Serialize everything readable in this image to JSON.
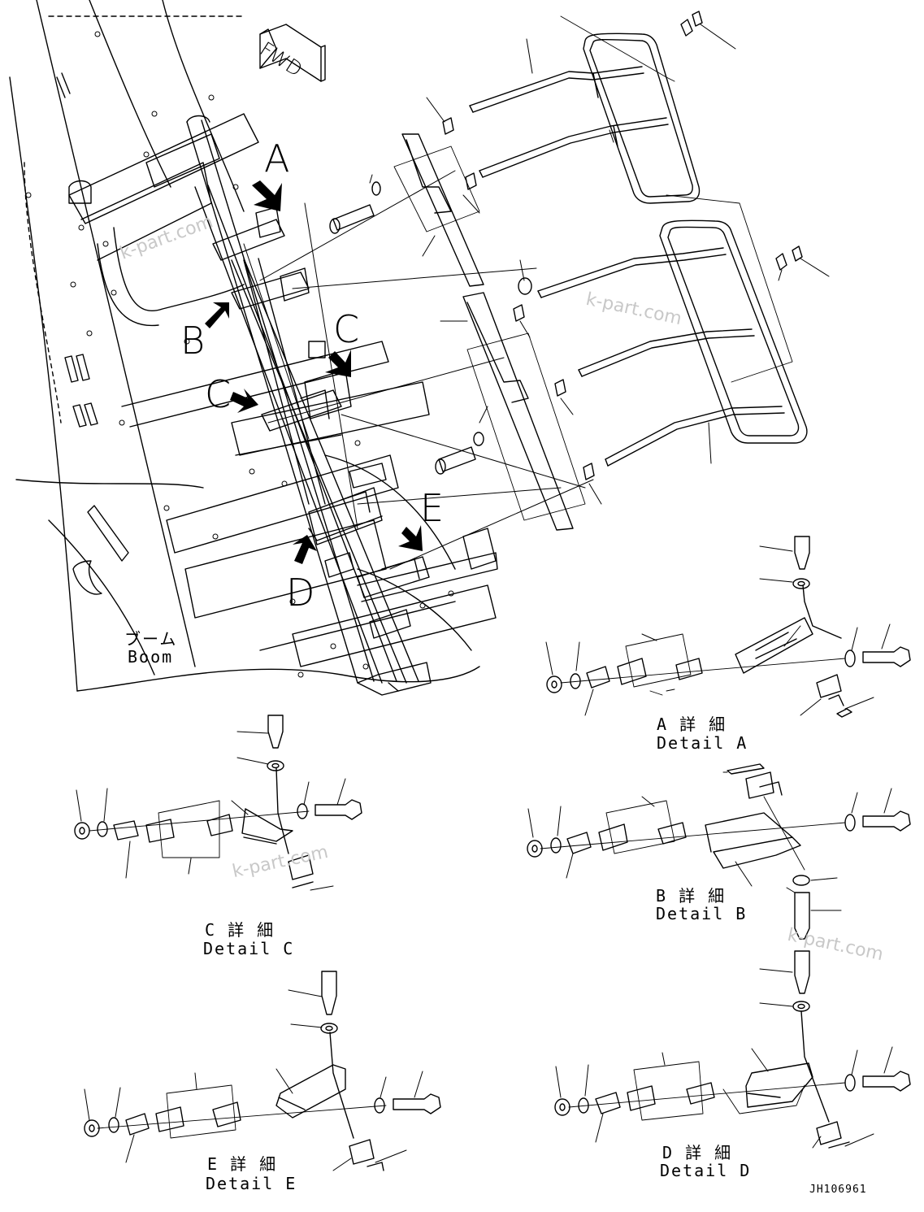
{
  "diagram": {
    "direction_arrow": "FWD",
    "view_labels": [
      "A",
      "B",
      "C",
      "C",
      "D",
      "E"
    ],
    "boom_label_jp": "ブーム",
    "boom_label_en": "Boom",
    "details": [
      {
        "jp": "A 詳 細",
        "en": "Detail A"
      },
      {
        "jp": "B 詳 細",
        "en": "Detail B"
      },
      {
        "jp": "C 詳 細",
        "en": "Detail C"
      },
      {
        "jp": "E 詳 細",
        "en": "Detail E"
      },
      {
        "jp": "D 詳 細",
        "en": "Detail D"
      }
    ],
    "watermark": "k-part.com",
    "drawing_code": "JH106961"
  }
}
